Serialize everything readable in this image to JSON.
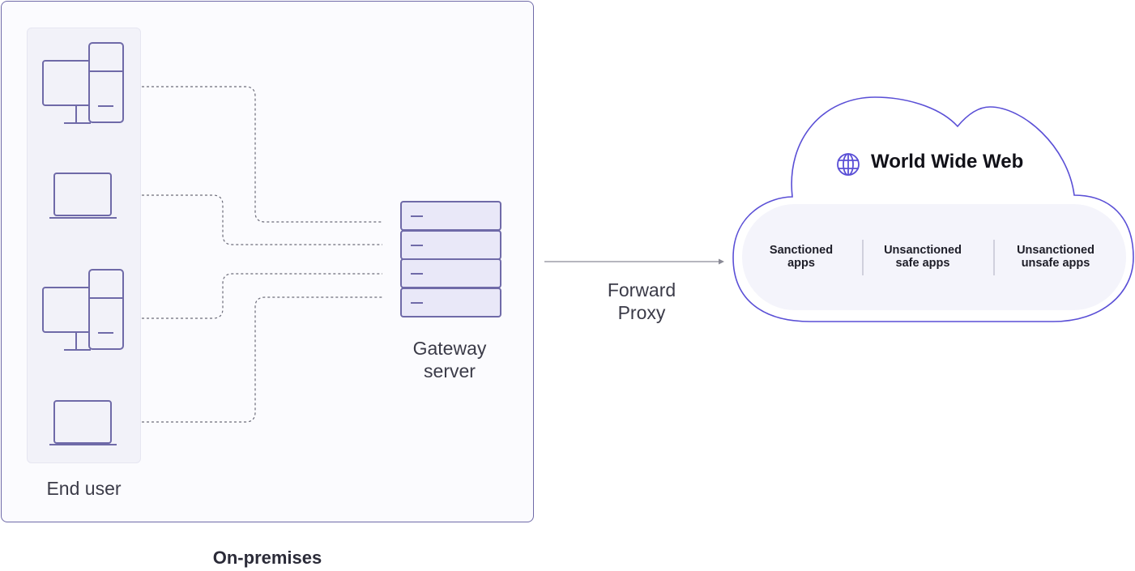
{
  "on_premises": {
    "label": "On-premises"
  },
  "end_user": {
    "label": "End user",
    "devices": [
      "desktop",
      "laptop",
      "desktop",
      "laptop"
    ]
  },
  "gateway": {
    "line1": "Gateway",
    "line2": "server"
  },
  "proxy": {
    "line1": "Forward",
    "line2": "Proxy"
  },
  "cloud": {
    "title": "World Wide Web",
    "icon": "globe-icon",
    "apps": [
      {
        "line1": "Sanctioned",
        "line2": "apps"
      },
      {
        "line1": "Unsanctioned",
        "line2": "safe apps"
      },
      {
        "line1": "Unsanctioned",
        "line2": "unsafe apps"
      }
    ]
  },
  "colors": {
    "stroke": "#6f6aa8",
    "cloud_stroke": "#5a4fd6",
    "server_fill": "#e9e8f8",
    "panel_bg": "#fbfbfe"
  }
}
